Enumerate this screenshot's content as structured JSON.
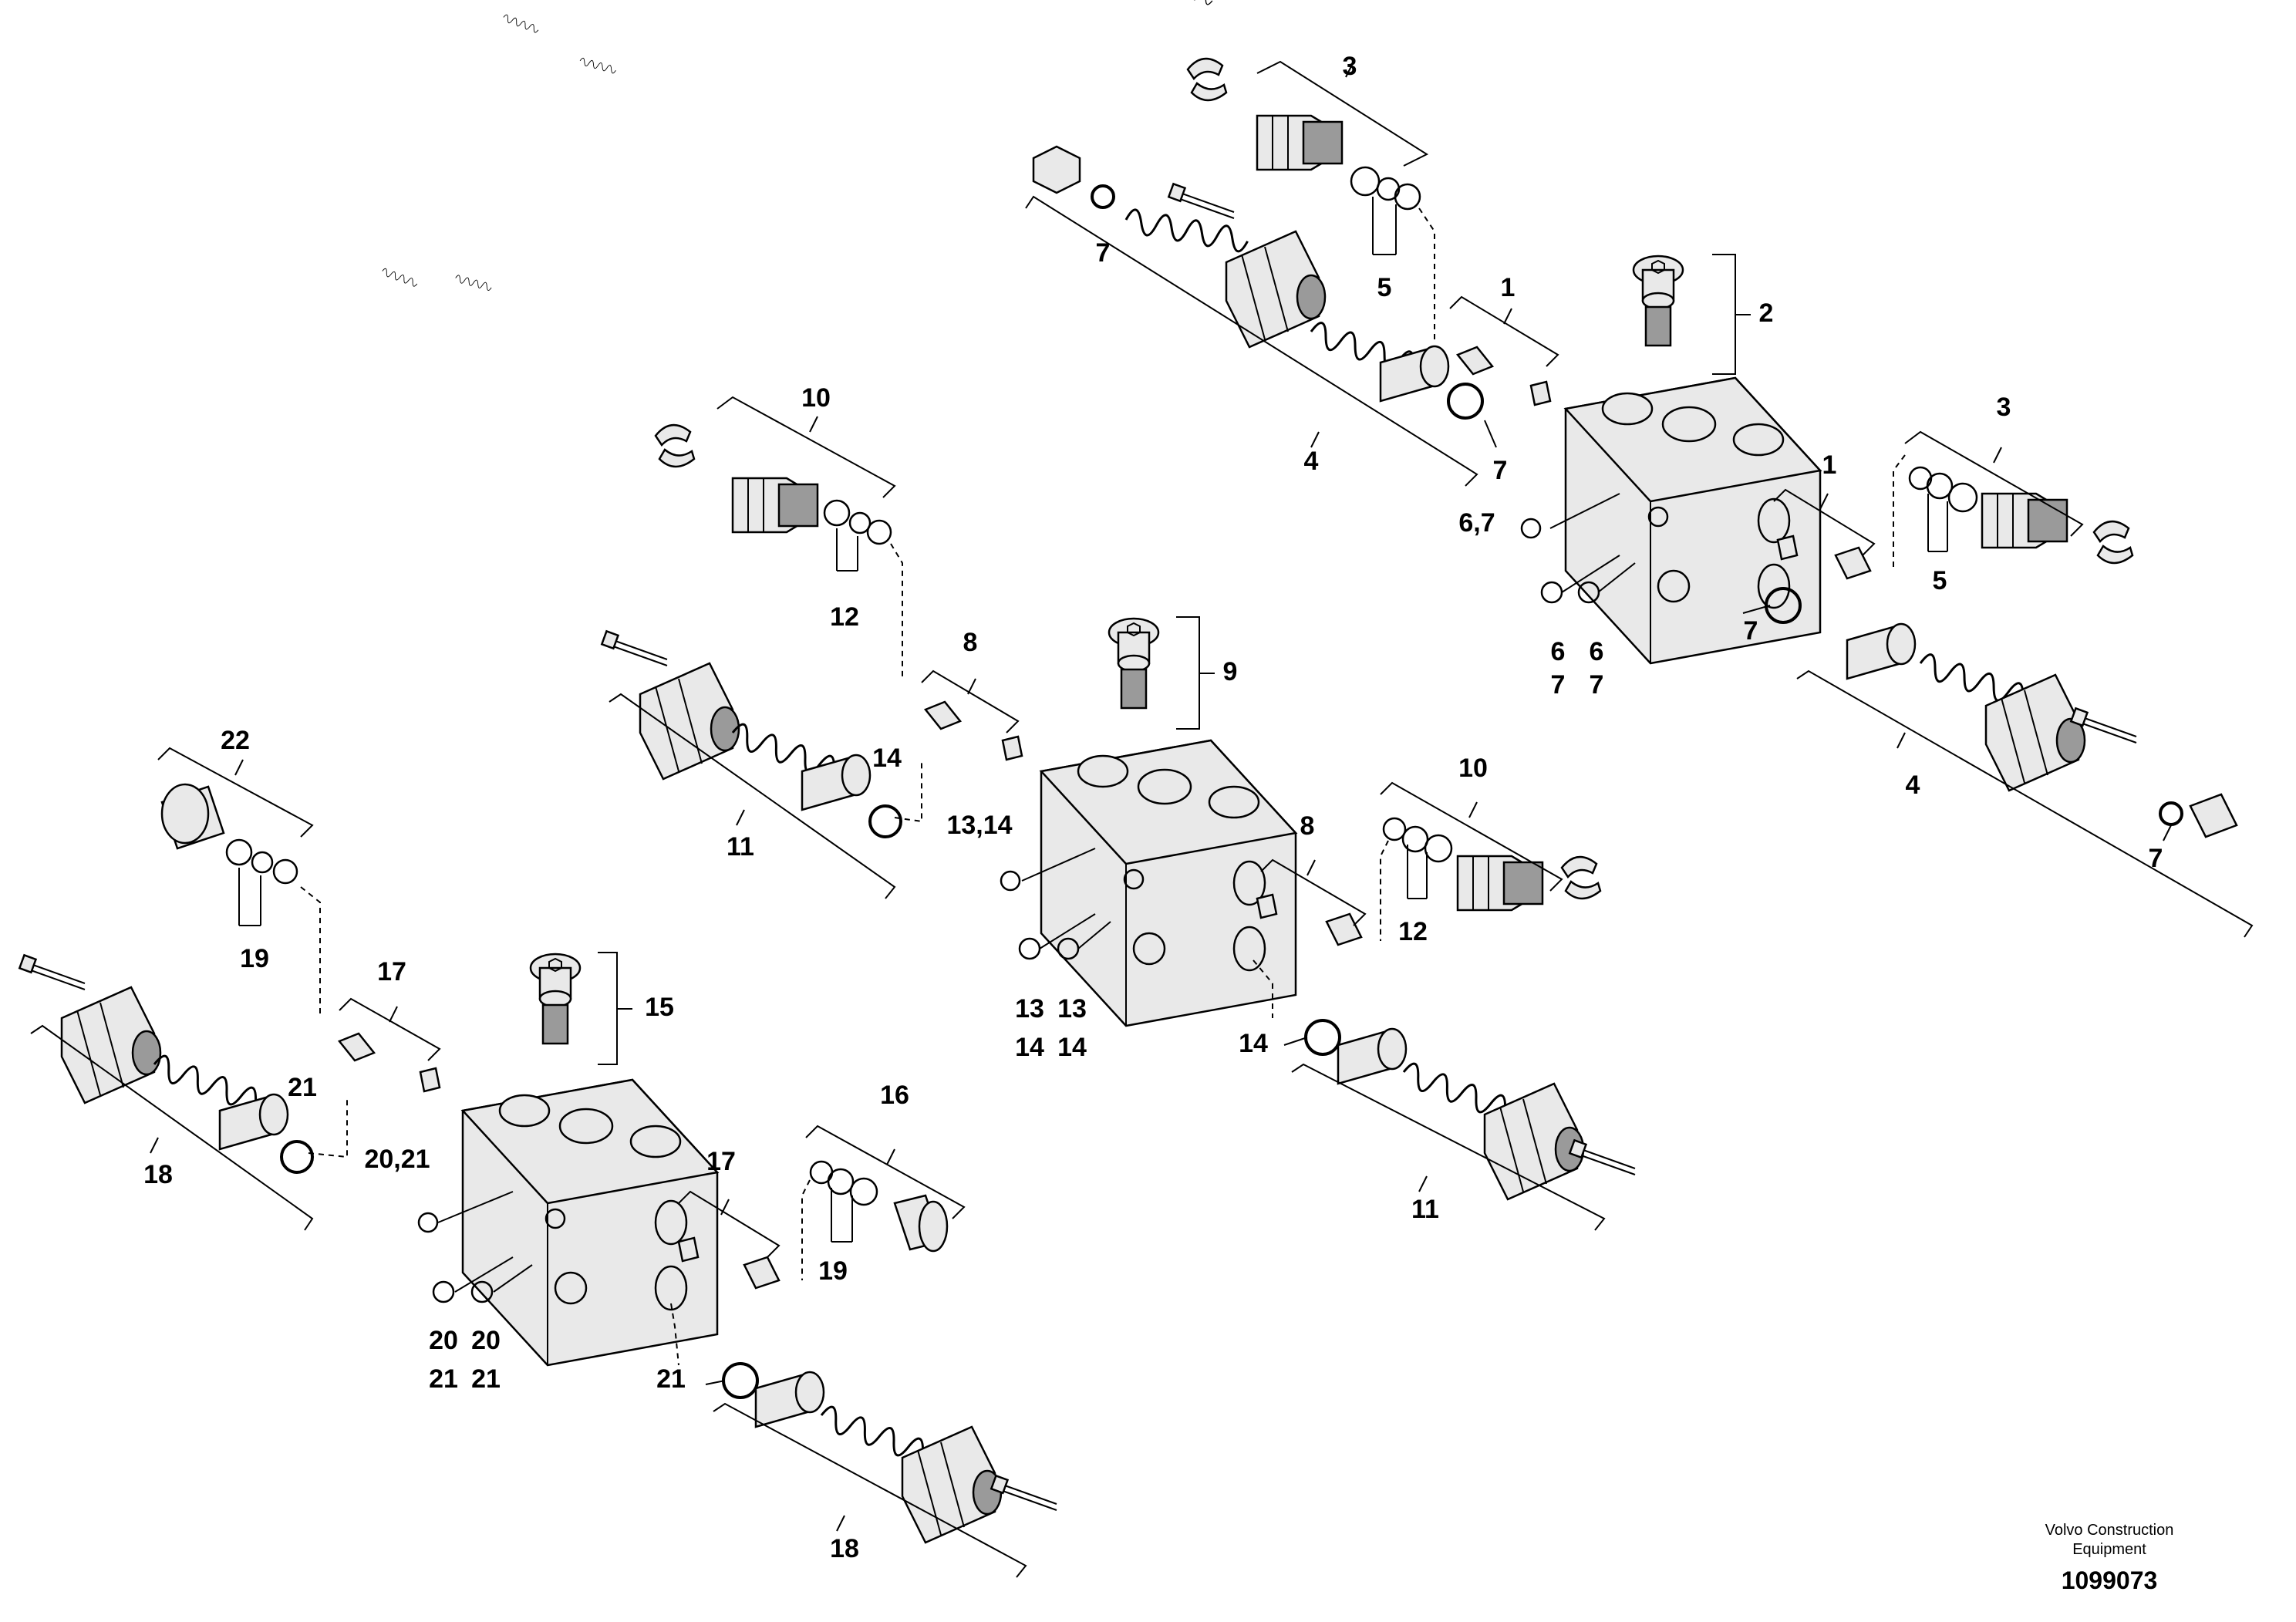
{
  "diagram": {
    "callouts": [
      {
        "id": "c3a",
        "text": "3"
      },
      {
        "id": "c7a",
        "text": "7"
      },
      {
        "id": "c5a",
        "text": "5"
      },
      {
        "id": "c1a",
        "text": "1"
      },
      {
        "id": "c2",
        "text": "2"
      },
      {
        "id": "c4a",
        "text": "4"
      },
      {
        "id": "c7b",
        "text": "7"
      },
      {
        "id": "c67a",
        "text": "6,7"
      },
      {
        "id": "c1b",
        "text": "1"
      },
      {
        "id": "c3b",
        "text": "3"
      },
      {
        "id": "c5b",
        "text": "5"
      },
      {
        "id": "c7c",
        "text": "7"
      },
      {
        "id": "c6a",
        "text": "6"
      },
      {
        "id": "c7d",
        "text": "7"
      },
      {
        "id": "c6b",
        "text": "6"
      },
      {
        "id": "c7e",
        "text": "7"
      },
      {
        "id": "c4b",
        "text": "4"
      },
      {
        "id": "c7f",
        "text": "7"
      },
      {
        "id": "c10a",
        "text": "10"
      },
      {
        "id": "c12a",
        "text": "12"
      },
      {
        "id": "c8a",
        "text": "8"
      },
      {
        "id": "c9",
        "text": "9"
      },
      {
        "id": "c14a",
        "text": "14"
      },
      {
        "id": "c11a",
        "text": "11"
      },
      {
        "id": "c1314",
        "text": "13,14"
      },
      {
        "id": "c10b",
        "text": "10"
      },
      {
        "id": "c8b",
        "text": "8"
      },
      {
        "id": "c12b",
        "text": "12"
      },
      {
        "id": "c13a",
        "text": "13"
      },
      {
        "id": "c13b",
        "text": "13"
      },
      {
        "id": "c14b",
        "text": "14"
      },
      {
        "id": "c14c",
        "text": "14"
      },
      {
        "id": "c14d",
        "text": "14"
      },
      {
        "id": "c11b",
        "text": "11"
      },
      {
        "id": "c22",
        "text": "22"
      },
      {
        "id": "c19a",
        "text": "19"
      },
      {
        "id": "c17a",
        "text": "17"
      },
      {
        "id": "c15",
        "text": "15"
      },
      {
        "id": "c21a",
        "text": "21"
      },
      {
        "id": "c18a",
        "text": "18"
      },
      {
        "id": "c2021a",
        "text": "20,21"
      },
      {
        "id": "c16",
        "text": "16"
      },
      {
        "id": "c17b",
        "text": "17"
      },
      {
        "id": "c19b",
        "text": "19"
      },
      {
        "id": "c20a",
        "text": "20"
      },
      {
        "id": "c20b",
        "text": "20"
      },
      {
        "id": "c21b",
        "text": "21"
      },
      {
        "id": "c21c",
        "text": "21"
      },
      {
        "id": "c21d",
        "text": "21"
      },
      {
        "id": "c18b",
        "text": "18"
      }
    ]
  },
  "footer": {
    "brand_line1": "Volvo Construction",
    "brand_line2": "Equipment",
    "doc_number": "1099073"
  }
}
